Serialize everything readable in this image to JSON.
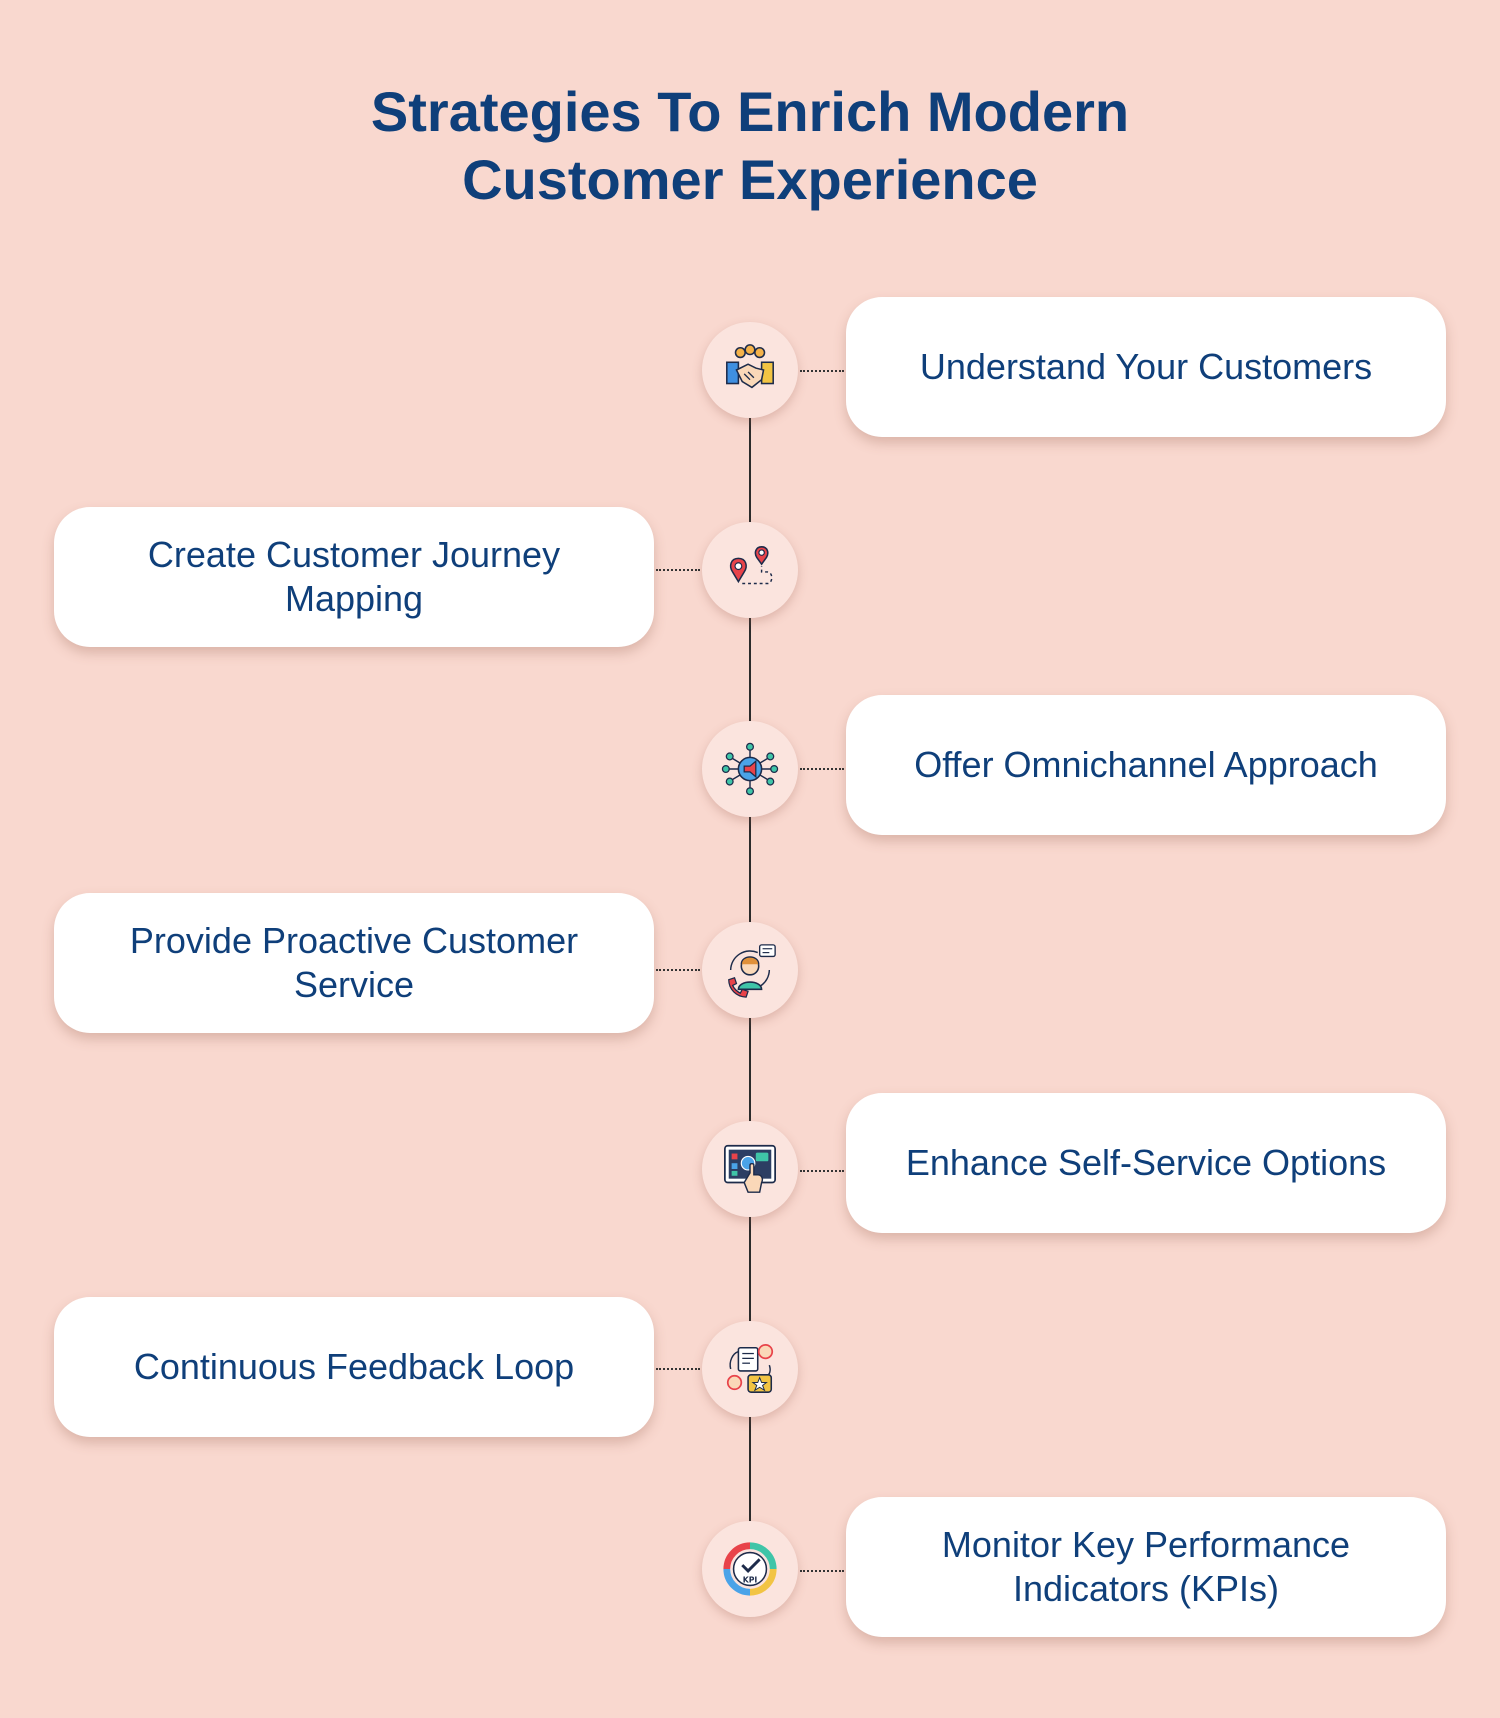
{
  "title": {
    "line1": "Strategies To Enrich Modern",
    "line2": "Customer Experience"
  },
  "colors": {
    "background": "#f9d8cf",
    "title": "#0f3f7a",
    "card_text": "#0f3f7a",
    "spine": "#2b2b2b"
  },
  "steps": [
    {
      "label": "Understand Your Customers",
      "side": "right",
      "icon": "handshake-team-icon"
    },
    {
      "label": "Create Customer Journey Mapping",
      "side": "left",
      "icon": "location-route-icon"
    },
    {
      "label": "Offer Omnichannel Approach",
      "side": "right",
      "icon": "megaphone-network-icon"
    },
    {
      "label": "Provide Proactive Customer Service",
      "side": "left",
      "icon": "support-agent-icon"
    },
    {
      "label": "Enhance Self-Service Options",
      "side": "right",
      "icon": "touch-screen-icon"
    },
    {
      "label": "Continuous Feedback Loop",
      "side": "left",
      "icon": "feedback-loop-icon"
    },
    {
      "label": "Monitor Key Performance Indicators (KPIs)",
      "side": "right",
      "icon": "kpi-gauge-icon"
    }
  ],
  "kpi_icon_text": "KPI"
}
